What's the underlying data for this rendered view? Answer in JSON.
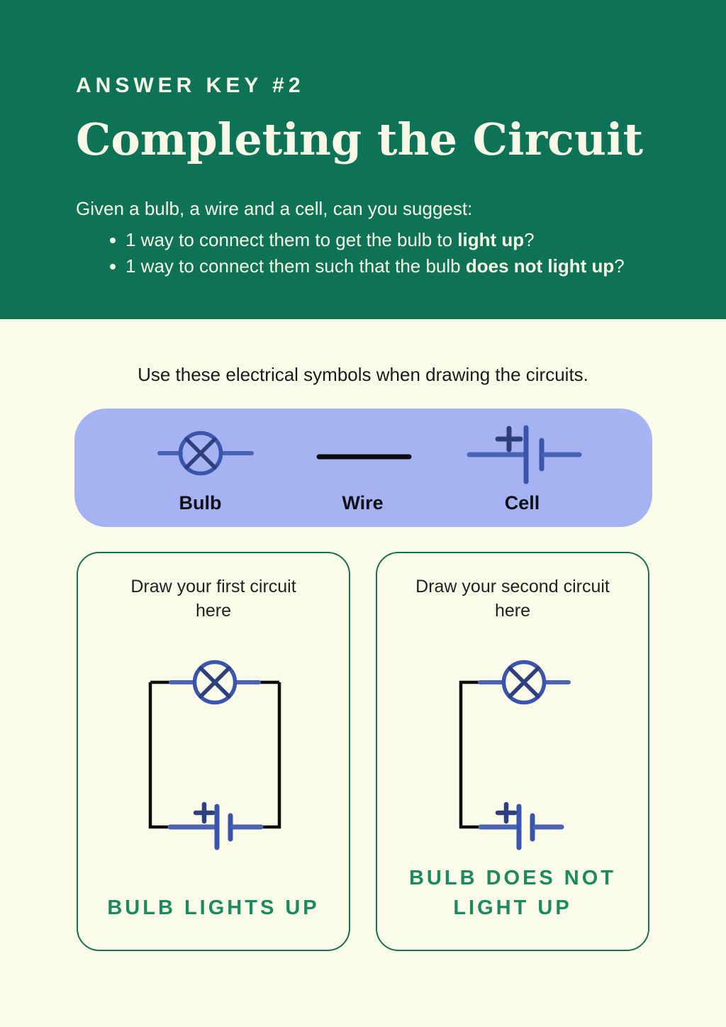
{
  "header": {
    "eyebrow": "ANSWER KEY #2",
    "title": "Completing the Circuit",
    "intro": "Given a bulb, a wire and a cell, can you suggest:",
    "bullets": [
      {
        "pre": "1 way to connect them to get the bulb to ",
        "bold": "light up",
        "post": "?"
      },
      {
        "pre": "1 way to connect them such that the bulb ",
        "bold": "does not light up",
        "post": "?"
      }
    ]
  },
  "symbols": {
    "instruction": "Use these electrical symbols when drawing the circuits.",
    "items": [
      {
        "label": "Bulb"
      },
      {
        "label": "Wire"
      },
      {
        "label": "Cell"
      }
    ]
  },
  "circuits": {
    "first": {
      "title": "Draw your first circuit here",
      "result": "BULB LIGHTS UP"
    },
    "second": {
      "title": "Draw your second circuit here",
      "result": "BULB DOES NOT LIGHT UP"
    }
  },
  "colors": {
    "header_green": "#0e7356",
    "cream": "#fafbe9",
    "panel_blue": "#a6b3f2",
    "symbol_blue": "#3b55ad",
    "symbol_blue_dark": "#2e3f7d",
    "lead_blue": "#4a63b4",
    "wire_black": "#0d0d0d",
    "box_border_green": "#187050",
    "result_green": "#1b8a5f"
  }
}
